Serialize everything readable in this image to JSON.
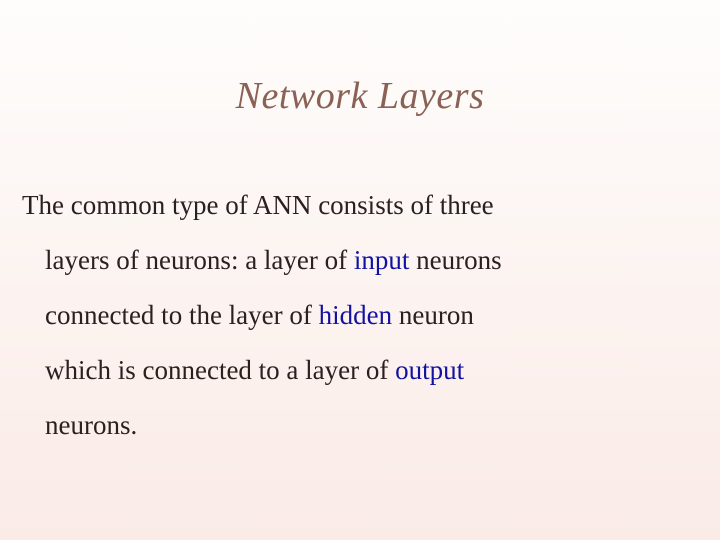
{
  "slide": {
    "title": "Network Layers",
    "title_color": "#8b6155",
    "background_top_color": "#fefdfc",
    "background_bottom_color": "#faebe7",
    "body_text_color": "#2b2020",
    "highlight_color": "#1212a2",
    "body_lines": [
      {
        "indent": "none",
        "segments": [
          {
            "text": "The common type of ANN consists of three",
            "highlight": false
          }
        ],
        "plain": "The common type of ANN consists of three"
      },
      {
        "indent": "hanging",
        "segments": [
          {
            "text": "layers of neurons: a layer of ",
            "highlight": false
          },
          {
            "text": "input",
            "highlight": true
          },
          {
            "text": " neurons",
            "highlight": false
          }
        ],
        "plain": "layers of neurons: a layer of input neurons"
      },
      {
        "indent": "hanging",
        "segments": [
          {
            "text": "connected to the layer of ",
            "highlight": false
          },
          {
            "text": "hidden",
            "highlight": true
          },
          {
            "text": " neuron",
            "highlight": false
          }
        ],
        "plain": "connected to the layer of hidden neuron"
      },
      {
        "indent": "hanging",
        "segments": [
          {
            "text": "which is connected to a layer of ",
            "highlight": false
          },
          {
            "text": "output",
            "highlight": true
          }
        ],
        "plain": "which is connected to a layer of output"
      },
      {
        "indent": "hanging",
        "segments": [
          {
            "text": "neurons.",
            "highlight": false
          }
        ],
        "plain": "neurons."
      }
    ],
    "line1": {
      "part1": "The common type of ANN consists of three"
    },
    "line2": {
      "part1": "layers of neurons: a layer of ",
      "highlight": "input",
      "part2": " neurons"
    },
    "line3": {
      "part1": "connected to the layer of ",
      "highlight": "hidden",
      "part2": " neuron"
    },
    "line4": {
      "part1": "which is connected to a layer of ",
      "highlight": "output",
      "part2": ""
    },
    "line5": {
      "part1": "neurons."
    }
  }
}
